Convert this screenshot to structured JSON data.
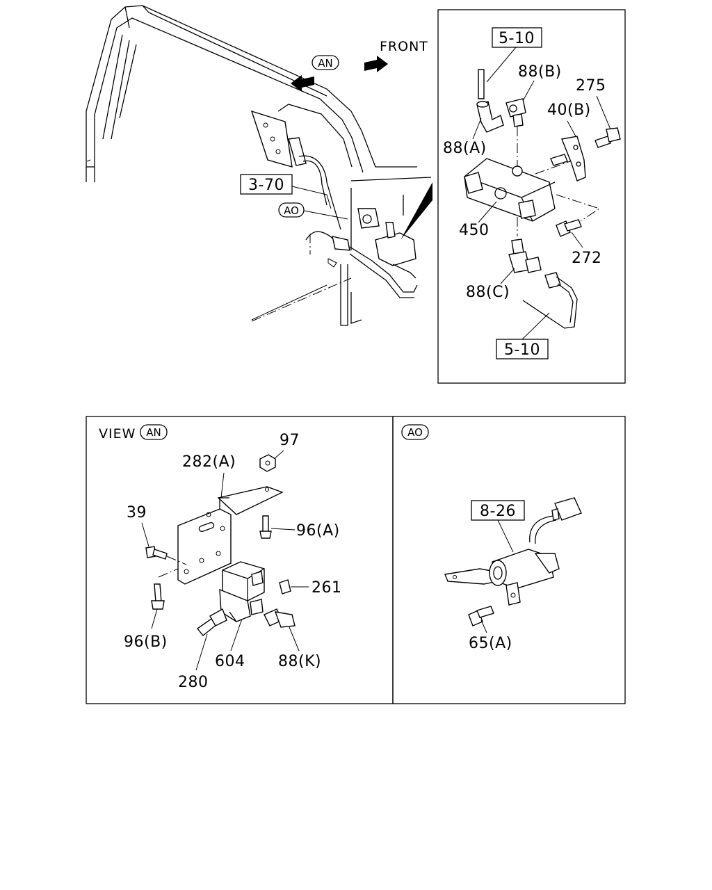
{
  "main_view": {
    "view_marker_an": "AN",
    "front_label": "FRONT",
    "ref_3_70": "3-70",
    "view_marker_ao": "AO"
  },
  "detail_inset": {
    "ref_top": "5-10",
    "ref_bottom": "5-10",
    "labels": {
      "p88b": "88(B)",
      "p275": "275",
      "p40b": "40(B)",
      "p88a": "88(A)",
      "p450": "450",
      "p272": "272",
      "p88c": "88(C)"
    }
  },
  "view_an_panel": {
    "title_prefix": "VIEW",
    "title_marker": "AN",
    "labels": {
      "p97": "97",
      "p282a": "282(A)",
      "p39": "39",
      "p96a": "96(A)",
      "p261": "261",
      "p96b": "96(B)",
      "p604": "604",
      "p88k": "88(K)",
      "p280": "280"
    }
  },
  "view_ao_panel": {
    "title_marker": "AO",
    "ref_8_26": "8-26",
    "labels": {
      "p65a": "65(A)"
    }
  }
}
